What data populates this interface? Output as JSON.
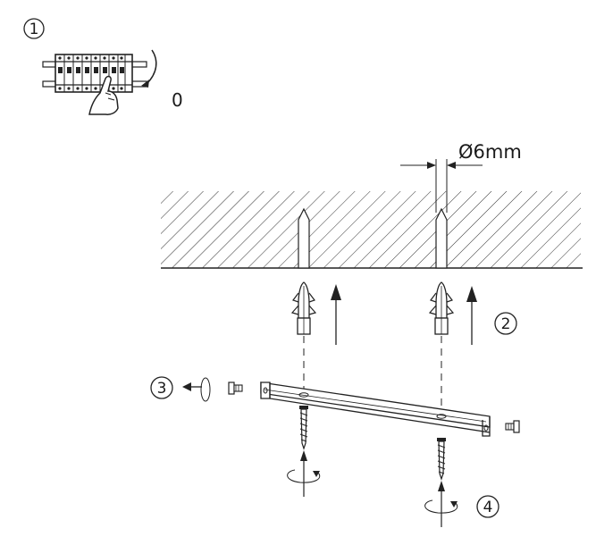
{
  "steps": {
    "step1": "1",
    "step2": "2",
    "step3": "3",
    "step4": "4"
  },
  "breaker_label": "0",
  "hole_diameter": "Ø6mm",
  "colors": {
    "ink": "#222222",
    "hatch": "#333333",
    "background": "#ffffff"
  },
  "icons": [
    "circuit-breaker-icon",
    "hand-icon",
    "wall-plug-icon",
    "screw-icon",
    "mounting-bracket-icon",
    "rotation-arrow-icon"
  ]
}
